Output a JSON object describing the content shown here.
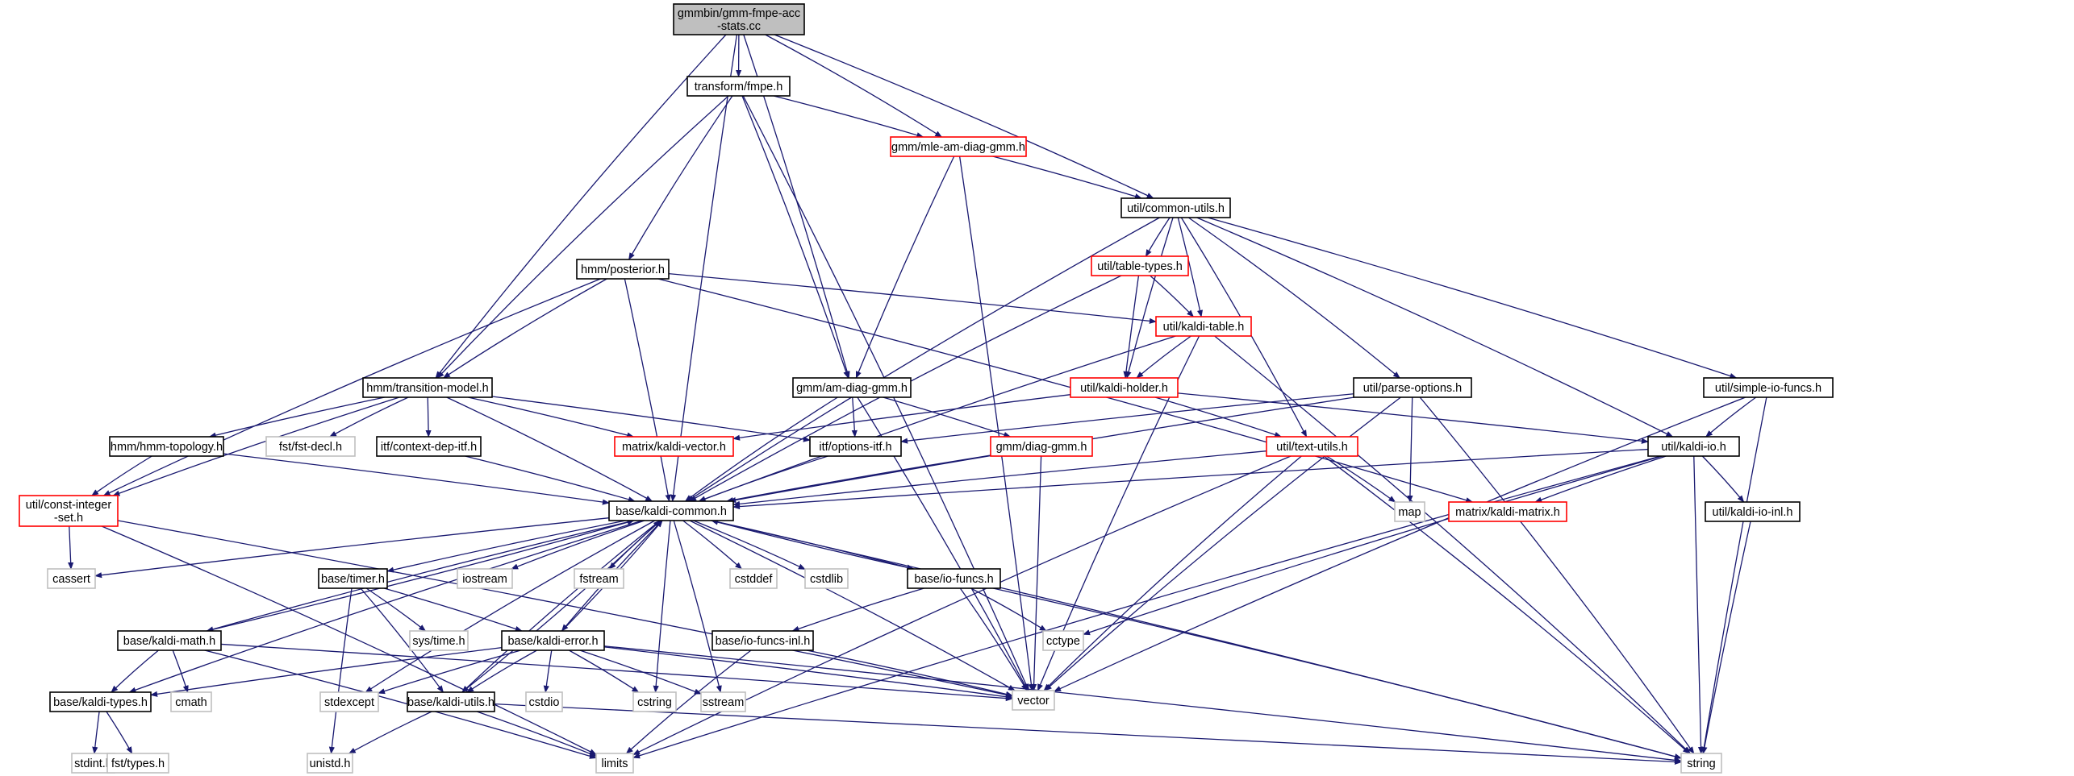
{
  "graph": {
    "title": "gmmbin/gmm-fmpe-acc-stats.cc",
    "colors": {
      "edge": "#191970",
      "root_fill": "#bfbfbf",
      "node_border": "#000000",
      "truncated_border": "#ff0000",
      "external_border": "#bfbfbf",
      "node_fill": "#ffffff"
    },
    "nodes": [
      {
        "id": "root",
        "lines": [
          "gmmbin/gmm-fmpe-acc",
          "-stats.cc"
        ],
        "kind": "root"
      },
      {
        "id": "fmpe",
        "lines": [
          "transform/fmpe.h"
        ],
        "kind": "normal"
      },
      {
        "id": "mle",
        "lines": [
          "gmm/mle-am-diag-gmm.h"
        ],
        "kind": "truncated"
      },
      {
        "id": "commonutils",
        "lines": [
          "util/common-utils.h"
        ],
        "kind": "normal"
      },
      {
        "id": "tabletypes",
        "lines": [
          "util/table-types.h"
        ],
        "kind": "truncated"
      },
      {
        "id": "posterior",
        "lines": [
          "hmm/posterior.h"
        ],
        "kind": "normal"
      },
      {
        "id": "kalditable",
        "lines": [
          "util/kaldi-table.h"
        ],
        "kind": "truncated"
      },
      {
        "id": "transmodel",
        "lines": [
          "hmm/transition-model.h"
        ],
        "kind": "normal"
      },
      {
        "id": "amdiag",
        "lines": [
          "gmm/am-diag-gmm.h"
        ],
        "kind": "normal"
      },
      {
        "id": "kaldiholder",
        "lines": [
          "util/kaldi-holder.h"
        ],
        "kind": "truncated"
      },
      {
        "id": "parseopt",
        "lines": [
          "util/parse-options.h"
        ],
        "kind": "normal"
      },
      {
        "id": "simpleio",
        "lines": [
          "util/simple-io-funcs.h"
        ],
        "kind": "normal"
      },
      {
        "id": "hmmtopo",
        "lines": [
          "hmm/hmm-topology.h"
        ],
        "kind": "normal"
      },
      {
        "id": "fstdecl",
        "lines": [
          "fst/fst-decl.h"
        ],
        "kind": "external"
      },
      {
        "id": "ctxdep",
        "lines": [
          "itf/context-dep-itf.h"
        ],
        "kind": "normal"
      },
      {
        "id": "kaldivector",
        "lines": [
          "matrix/kaldi-vector.h"
        ],
        "kind": "truncated"
      },
      {
        "id": "optionsitf",
        "lines": [
          "itf/options-itf.h"
        ],
        "kind": "normal"
      },
      {
        "id": "diaggmm",
        "lines": [
          "gmm/diag-gmm.h"
        ],
        "kind": "truncated"
      },
      {
        "id": "textutils",
        "lines": [
          "util/text-utils.h"
        ],
        "kind": "truncated"
      },
      {
        "id": "kaldiio",
        "lines": [
          "util/kaldi-io.h"
        ],
        "kind": "normal"
      },
      {
        "id": "constint",
        "lines": [
          "util/const-integer",
          "-set.h"
        ],
        "kind": "truncated"
      },
      {
        "id": "map",
        "lines": [
          "map"
        ],
        "kind": "external"
      },
      {
        "id": "kaldimatrix",
        "lines": [
          "matrix/kaldi-matrix.h"
        ],
        "kind": "truncated"
      },
      {
        "id": "kaldiioinl",
        "lines": [
          "util/kaldi-io-inl.h"
        ],
        "kind": "normal"
      },
      {
        "id": "kaldicommon",
        "lines": [
          "base/kaldi-common.h"
        ],
        "kind": "normal"
      },
      {
        "id": "cassert",
        "lines": [
          "cassert"
        ],
        "kind": "external"
      },
      {
        "id": "iostream",
        "lines": [
          "iostream"
        ],
        "kind": "external"
      },
      {
        "id": "fstream",
        "lines": [
          "fstream"
        ],
        "kind": "external"
      },
      {
        "id": "cstddef",
        "lines": [
          "cstddef"
        ],
        "kind": "external"
      },
      {
        "id": "cstdlib",
        "lines": [
          "cstdlib"
        ],
        "kind": "external"
      },
      {
        "id": "timer",
        "lines": [
          "base/timer.h"
        ],
        "kind": "normal"
      },
      {
        "id": "iofuncs",
        "lines": [
          "base/io-funcs.h"
        ],
        "kind": "normal"
      },
      {
        "id": "systime",
        "lines": [
          "sys/time.h"
        ],
        "kind": "external"
      },
      {
        "id": "cctype",
        "lines": [
          "cctype"
        ],
        "kind": "external"
      },
      {
        "id": "kaldimath",
        "lines": [
          "base/kaldi-math.h"
        ],
        "kind": "normal"
      },
      {
        "id": "kaldierror",
        "lines": [
          "base/kaldi-error.h"
        ],
        "kind": "normal"
      },
      {
        "id": "iofuncsinl",
        "lines": [
          "base/io-funcs-inl.h"
        ],
        "kind": "normal"
      },
      {
        "id": "cmath",
        "lines": [
          "cmath"
        ],
        "kind": "external"
      },
      {
        "id": "stdexcept",
        "lines": [
          "stdexcept"
        ],
        "kind": "external"
      },
      {
        "id": "cstdio",
        "lines": [
          "cstdio"
        ],
        "kind": "external"
      },
      {
        "id": "cstring",
        "lines": [
          "cstring"
        ],
        "kind": "external"
      },
      {
        "id": "sstream",
        "lines": [
          "sstream"
        ],
        "kind": "external"
      },
      {
        "id": "vector",
        "lines": [
          "vector"
        ],
        "kind": "external"
      },
      {
        "id": "kalditypes",
        "lines": [
          "base/kaldi-types.h"
        ],
        "kind": "normal"
      },
      {
        "id": "kaldiutils",
        "lines": [
          "base/kaldi-utils.h"
        ],
        "kind": "normal"
      },
      {
        "id": "stdint",
        "lines": [
          "stdint.h"
        ],
        "kind": "external"
      },
      {
        "id": "fsttypes",
        "lines": [
          "fst/types.h"
        ],
        "kind": "external"
      },
      {
        "id": "unistd",
        "lines": [
          "unistd.h"
        ],
        "kind": "external"
      },
      {
        "id": "limits",
        "lines": [
          "limits"
        ],
        "kind": "external"
      },
      {
        "id": "string",
        "lines": [
          "string"
        ],
        "kind": "external"
      }
    ]
  }
}
